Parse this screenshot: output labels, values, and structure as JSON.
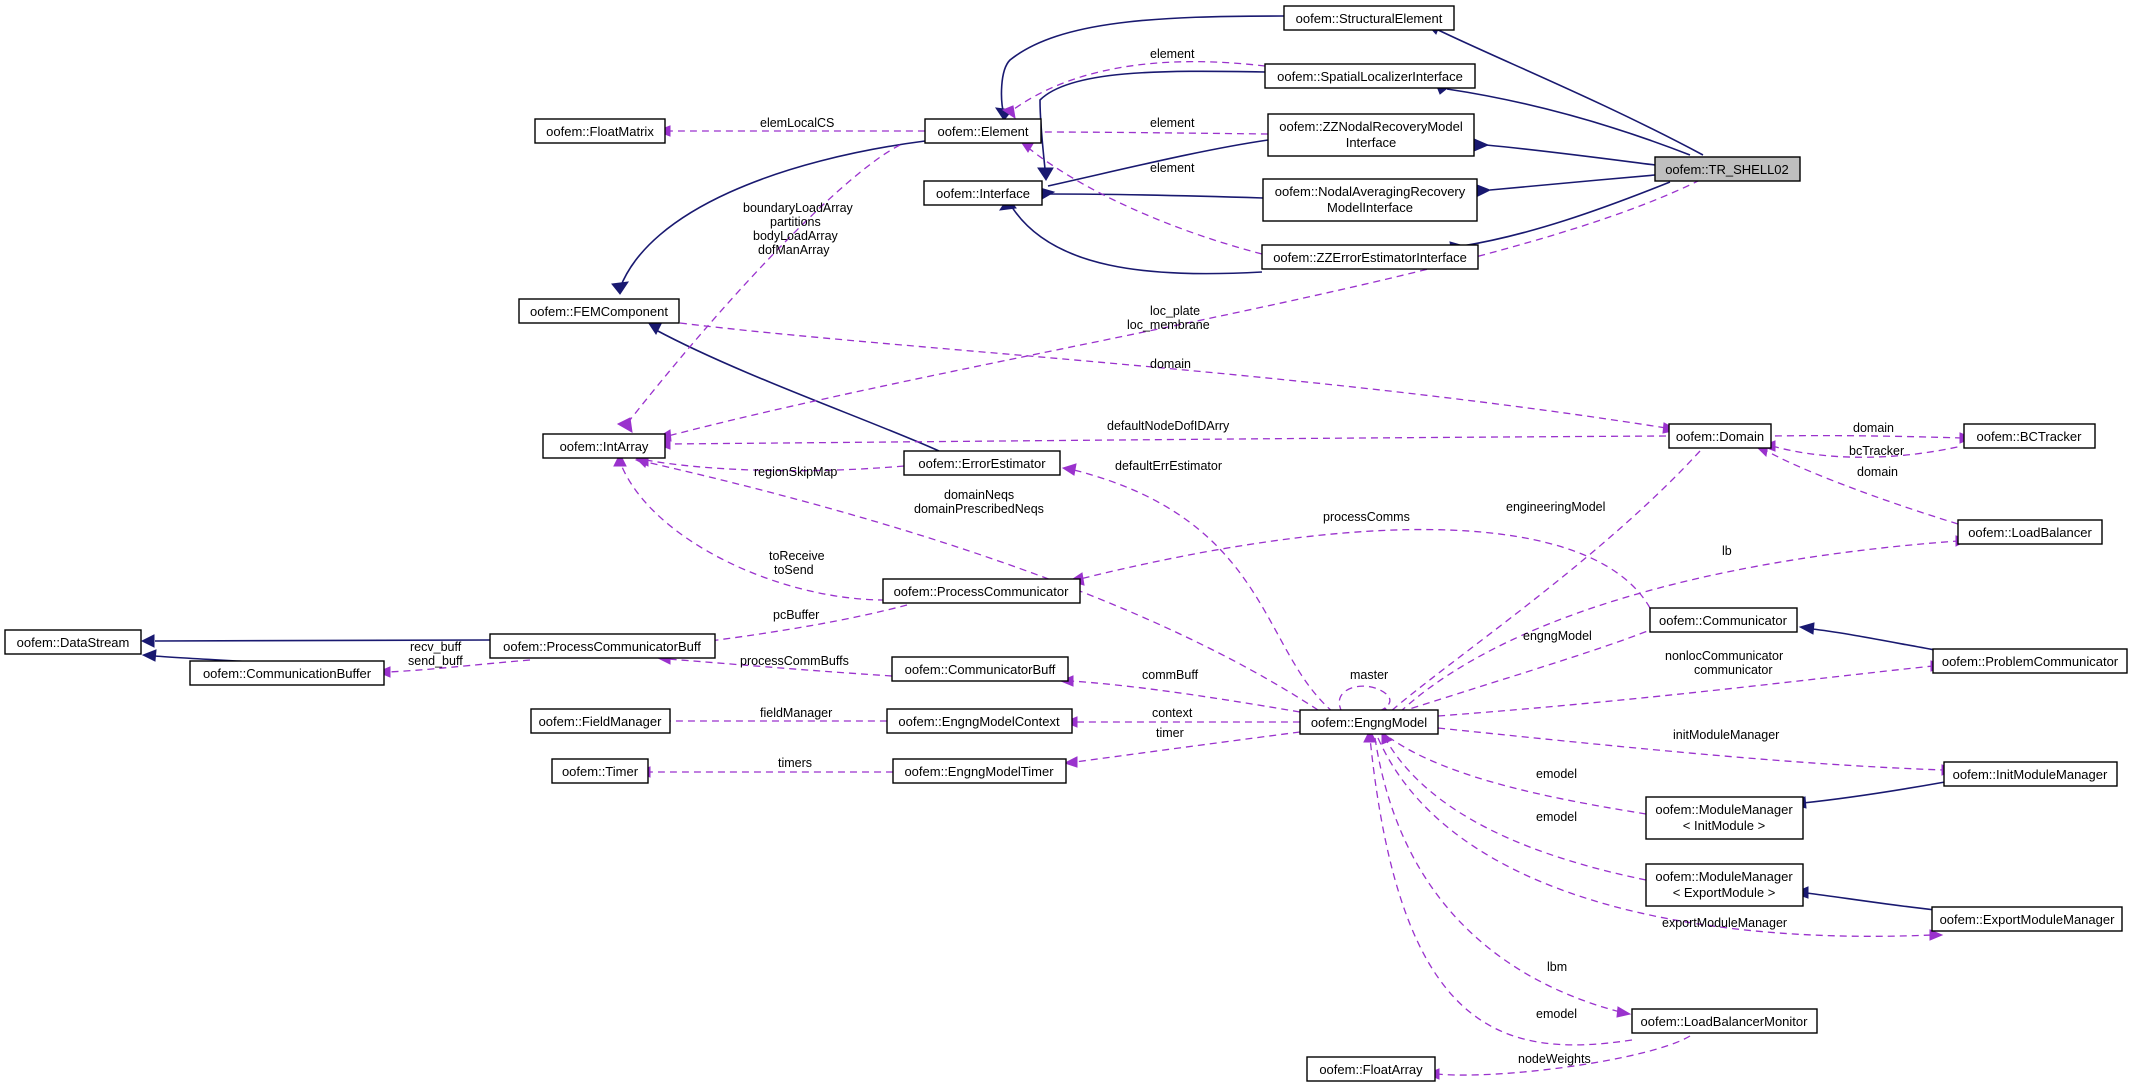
{
  "diagram": {
    "current_node": "oofem::TR_SHELL02",
    "colors": {
      "inheritance_edge": "#191970",
      "usage_edge": "#9a32cd",
      "current_node_fill": "#bfbfbf"
    },
    "nodes": {
      "tr_shell02": {
        "label": "oofem::TR_SHELL02"
      },
      "structural_element": {
        "label": "oofem::StructuralElement"
      },
      "spatial_localizer_interface": {
        "label": "oofem::SpatialLocalizerInterface"
      },
      "zz_nodal_recovery_line1": {
        "label": "oofem::ZZNodalRecoveryModel"
      },
      "zz_nodal_recovery_line2": {
        "label": "Interface"
      },
      "nodal_averaging_line1": {
        "label": "oofem::NodalAveragingRecovery"
      },
      "nodal_averaging_line2": {
        "label": "ModelInterface"
      },
      "zz_error_estimator_interface": {
        "label": "oofem::ZZErrorEstimatorInterface"
      },
      "element": {
        "label": "oofem::Element"
      },
      "interface": {
        "label": "oofem::Interface"
      },
      "float_matrix": {
        "label": "oofem::FloatMatrix"
      },
      "fem_component": {
        "label": "oofem::FEMComponent"
      },
      "int_array": {
        "label": "oofem::IntArray"
      },
      "error_estimator": {
        "label": "oofem::ErrorEstimator"
      },
      "domain": {
        "label": "oofem::Domain"
      },
      "bc_tracker": {
        "label": "oofem::BCTracker"
      },
      "load_balancer": {
        "label": "oofem::LoadBalancer"
      },
      "process_communicator": {
        "label": "oofem::ProcessCommunicator"
      },
      "communicator": {
        "label": "oofem::Communicator"
      },
      "problem_communicator": {
        "label": "oofem::ProblemCommunicator"
      },
      "data_stream": {
        "label": "oofem::DataStream"
      },
      "process_communicator_buff": {
        "label": "oofem::ProcessCommunicatorBuff"
      },
      "communication_buffer": {
        "label": "oofem::CommunicationBuffer"
      },
      "communicator_buff": {
        "label": "oofem::CommunicatorBuff"
      },
      "field_manager": {
        "label": "oofem::FieldManager"
      },
      "engng_model_context": {
        "label": "oofem::EngngModelContext"
      },
      "engng_model": {
        "label": "oofem::EngngModel"
      },
      "timer": {
        "label": "oofem::Timer"
      },
      "engng_model_timer": {
        "label": "oofem::EngngModelTimer"
      },
      "init_module_manager": {
        "label": "oofem::InitModuleManager"
      },
      "mm_init_line1": {
        "label": "oofem::ModuleManager"
      },
      "mm_init_line2": {
        "label": "< InitModule >"
      },
      "mm_export_line1": {
        "label": "oofem::ModuleManager"
      },
      "mm_export_line2": {
        "label": "< ExportModule >"
      },
      "export_module_manager": {
        "label": "oofem::ExportModuleManager"
      },
      "load_balancer_monitor": {
        "label": "oofem::LoadBalancerMonitor"
      },
      "float_array": {
        "label": "oofem::FloatArray"
      }
    },
    "edge_labels": {
      "element_spatial": "element",
      "element_zz": "element",
      "element_zzerr": "element",
      "elem_local_cs": "elemLocalCS",
      "boundary_load_array": "boundaryLoadArray",
      "partitions": "partitions",
      "body_load_array": "bodyLoadArray",
      "dof_man_array": "dofManArray",
      "loc_plate": "loc_plate",
      "loc_membrane": "loc_membrane",
      "domain_fem": "domain",
      "default_node_dof_id_arry": "defaultNodeDofIDArry",
      "region_skip_map": "regionSkipMap",
      "domain_neqs": "domainNeqs",
      "domain_prescribed_neqs": "domainPrescribedNeqs",
      "default_err_estimator": "defaultErrEstimator",
      "domain_bc": "domain",
      "bc_tracker": "bcTracker",
      "domain_lb": "domain",
      "engineering_model": "engineeringModel",
      "process_comms": "processComms",
      "lb": "lb",
      "to_receive": "toReceive",
      "to_send": "toSend",
      "pc_buffer": "pcBuffer",
      "engng_model_comm": "engngModel",
      "recv_buff": "recv_buff",
      "send_buff": "send_buff",
      "process_comm_buffs": "processCommBuffs",
      "master": "master",
      "comm_buff": "commBuff",
      "nonloc_communicator": "nonlocCommunicator",
      "communicator": "communicator",
      "field_manager": "fieldManager",
      "context": "context",
      "timer": "timer",
      "timers": "timers",
      "init_module_manager": "initModuleManager",
      "emodel_init": "emodel",
      "emodel_export": "emodel",
      "export_module_manager": "exportModuleManager",
      "lbm": "lbm",
      "emodel_lbm": "emodel",
      "node_weights": "nodeWeights"
    }
  }
}
